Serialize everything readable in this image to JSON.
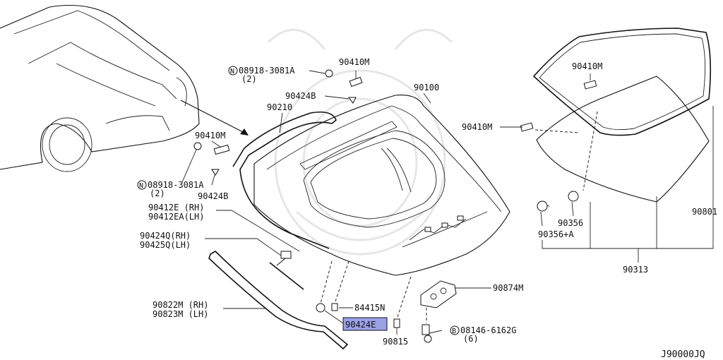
{
  "diagram_code": "J90000JQ",
  "highlighted_part": "90424E",
  "callouts": {
    "p_08918_top": "08918-3081A",
    "p_08918_top_qty": "(2)",
    "p_90410M_top": "90410M",
    "p_90424B_top": "90424B",
    "p_90100": "90100",
    "p_90210": "90210",
    "p_90410M_mid": "90410M",
    "p_08918_mid": "08918-3081A",
    "p_08918_mid_qty": "(2)",
    "p_90424B_mid": "90424B",
    "p_90412E": "90412E (RH)",
    "p_90412EA": "90412EA(LH)",
    "p_90424Q": "90424Q(RH)",
    "p_90425Q": "90425Q(LH)",
    "p_90822M": "90822M (RH)",
    "p_90823M": "90823M (LH)",
    "p_84415N": "84415N",
    "p_90815": "90815",
    "p_90874M": "90874M",
    "p_08146": "08146-6162G",
    "p_08146_qty": "(6)",
    "p_90410M_glass": "90410M",
    "p_90410M_left": "90410M",
    "p_90356": "90356",
    "p_90356A": "90356+A",
    "p_90313": "90313",
    "p_90801": "90801"
  },
  "symbols": {
    "nut_marker": "N",
    "bolt_marker": "B"
  },
  "icons": [
    "nut-n-icon",
    "bolt-b-icon",
    "arrow-icon"
  ]
}
